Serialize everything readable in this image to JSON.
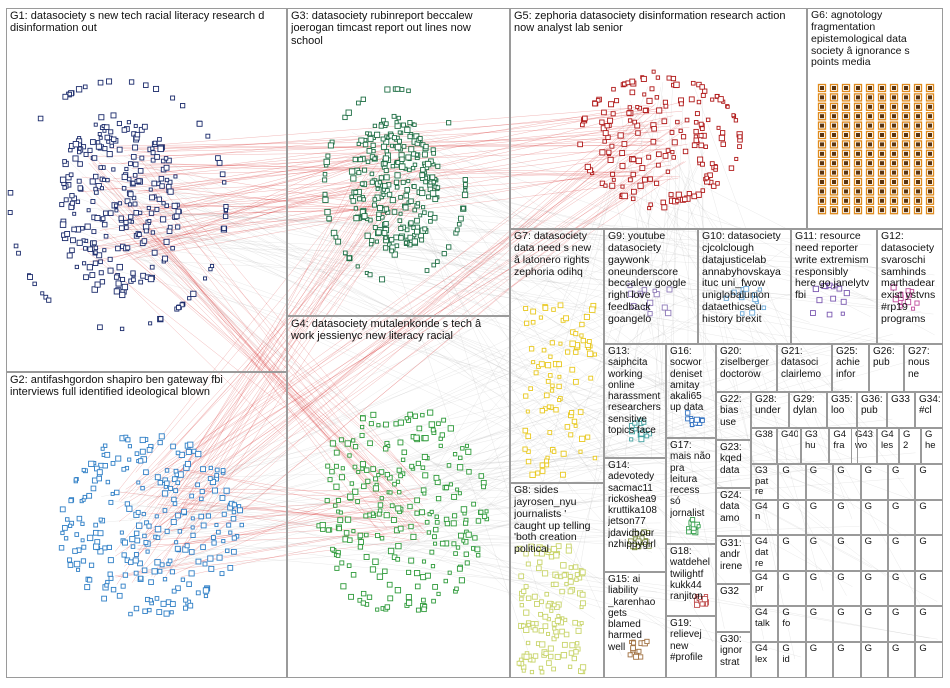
{
  "graph": {
    "edge_color": "#d42020",
    "groups": [
      {
        "id": "G1",
        "label": "G1: datasociety s new tech racial literacy research d\ndisinformation out",
        "node_color": "#1b2b6b",
        "pattern": "ring"
      },
      {
        "id": "G2",
        "label": "G2: antifashgordon shapiro ben gateway fbi\ninterviews full identified ideological blown",
        "node_color": "#2f7fc6",
        "pattern": "ring"
      },
      {
        "id": "G3",
        "label": "G3: datasociety rubinreport beccalew\njoerogan timcast report out lines now\nschool",
        "node_color": "#1f6f45",
        "pattern": "ring"
      },
      {
        "id": "G4",
        "label": "G4: datasociety mutalenkonde s tech â\nwork jessienyc new literacy racial",
        "node_color": "#2e9a3a",
        "pattern": "ring"
      },
      {
        "id": "G5",
        "label": "G5: zephoria datasociety disinformation research action\nnow analyst lab senior",
        "node_color": "#b01818",
        "pattern": "ring"
      },
      {
        "id": "G6",
        "label": "G6: agnotology\nfragmentation\nepistemological data\nsociety â ignorance s\npoints media",
        "node_color": "#e08a1c",
        "pattern": "grid"
      },
      {
        "id": "G7",
        "label": "G7: datasociety\ndata need s new\nâ latonero rights\nzephoria odihq",
        "node_color": "#e8c81e",
        "pattern": "cluster"
      },
      {
        "id": "G8",
        "label": "G8: sides\njayrosen_nyu\njournalists '\ncaught up telling\n'both creation\npolitical",
        "node_color": "#c8d46a",
        "pattern": "cluster"
      },
      {
        "id": "G9",
        "label": "G9: youtube\ndatasociety\ngaywonk\noneunderscore\nbeccalew google\nright love\nfeedback\ngoangelo",
        "node_color": "#8e7ab8",
        "pattern": "cluster"
      },
      {
        "id": "G10",
        "label": "G10: datasociety\ncjcolclough\ndatajusticelab\nannabyhovskaya\nituc uni_fwow\nuniglobalunion\ndataethicseu\nhistory brexit",
        "node_color": "#6aa8d8",
        "pattern": "cluster"
      },
      {
        "id": "G11",
        "label": "G11: resource\nneed reporter\nwrite extremism\nresponsibly\nhere go janelytv\nfbi",
        "node_color": "#7a58b0",
        "pattern": "cluster"
      },
      {
        "id": "G12",
        "label": "G12:\ndatasociety\nsvaroschi\nsamhinds\nmarthadear\nexist ystvns\n#rp19\nprograms",
        "node_color": "#c04a9a",
        "pattern": "cluster"
      },
      {
        "id": "G13",
        "label": "G13:\nsaiphcita\nworking\nonline\nharassment\nresearchers\nsensitive\ntopics face",
        "node_color": "#40a0a0",
        "pattern": "cluster"
      },
      {
        "id": "G14",
        "label": "G14:\nadevotedy\nsacmac11\nrickoshea9\nkruttika108\njetson77\njdavidbour\nnzhippygirl",
        "node_color": "#7a8a40",
        "pattern": "cluster"
      },
      {
        "id": "G15",
        "label": "G15: ai\nliability\n_karenhao\ngets\nblamed\nharmed\nwell",
        "node_color": "#a07040",
        "pattern": "cluster"
      },
      {
        "id": "G16",
        "label": "G16:\nsocwor\ndeniset\namitay\nakali65\nup data",
        "node_color": "#3070c0",
        "pattern": "cluster"
      },
      {
        "id": "G17",
        "label": "G17:\nmais não\npra\nleitura\nrecess\nsó\njornalist",
        "node_color": "#3aa050",
        "pattern": "cluster"
      },
      {
        "id": "G18",
        "label": "G18:\nwatdehel\ntwilightf\nkukk44\nranjiton",
        "node_color": "#c05050",
        "pattern": "cluster"
      },
      {
        "id": "G19",
        "label": "G19:\nrelievej\nnew\n#profile",
        "node_color": "#6060c0",
        "pattern": "cluster"
      },
      {
        "id": "G20",
        "label": "G20:\nziselberger\ndoctorow",
        "node_color": "#50a0c0",
        "pattern": "cluster"
      },
      {
        "id": "G21",
        "label": "G21:\ndatasoci\nclairlemo",
        "node_color": "#a050a0",
        "pattern": "cluster"
      },
      {
        "id": "G22",
        "label": "G22:\nbias\nuse",
        "node_color": "#8060b0",
        "pattern": "cluster"
      },
      {
        "id": "G23",
        "label": "G23:\nkqed\ndata",
        "node_color": "#4080c0",
        "pattern": "cluster"
      },
      {
        "id": "G24",
        "label": "G24:\ndata\namo",
        "node_color": "#50a050",
        "pattern": "cluster"
      },
      {
        "id": "G25",
        "label": "G25:\nachie\ninfor",
        "node_color": "#3090b0",
        "pattern": "cluster"
      },
      {
        "id": "G26",
        "label": "G26:\npub",
        "node_color": "#40a0b0",
        "pattern": "cluster"
      },
      {
        "id": "G27",
        "label": "G27:\nnous\nne",
        "node_color": "#b04040",
        "pattern": "cluster"
      },
      {
        "id": "G28",
        "label": "G28:\nunder",
        "node_color": "#50a060",
        "pattern": "cluster"
      },
      {
        "id": "G29",
        "label": "G29:\ndylan",
        "node_color": "#a06030",
        "pattern": "cluster"
      },
      {
        "id": "G30",
        "label": "G30:\nignor\nstrat",
        "node_color": "#605090",
        "pattern": "cluster"
      },
      {
        "id": "G31",
        "label": "G31:\nandr\nirene",
        "node_color": "#c06080",
        "pattern": "cluster"
      },
      {
        "id": "G32",
        "label": "G32",
        "node_color": "#30a070",
        "pattern": "cluster"
      },
      {
        "id": "G33",
        "label": "G33",
        "node_color": "#2050a0",
        "pattern": "cluster"
      },
      {
        "id": "G34",
        "label": "G34:\n#cl",
        "node_color": "#40a090",
        "pattern": "cluster"
      },
      {
        "id": "G35",
        "label": "G35:\nloo",
        "node_color": "#a04060",
        "pattern": "cluster"
      },
      {
        "id": "G36",
        "label": "G36:\npub",
        "node_color": "#5080b0",
        "pattern": "cluster"
      },
      {
        "id": "G38",
        "label": "G38",
        "node_color": "#c07030",
        "pattern": "cluster"
      },
      {
        "id": "G40",
        "label": "G40",
        "node_color": "#5060a0",
        "pattern": "cluster"
      },
      {
        "id": "G43",
        "label": "G43:\nwo",
        "node_color": "#9050a0",
        "pattern": "cluster"
      }
    ],
    "small_tiles": [
      "G3\nhu",
      "G4\nfra",
      "G4\nles",
      "G\n2",
      "G\nhe",
      "G3\npat\nre",
      "G",
      "G",
      "G",
      "G",
      "G",
      "G",
      "G4\nn",
      "G",
      "G",
      "G",
      "G",
      "G",
      "G",
      "G4\ndat\nre",
      "G",
      "G",
      "G",
      "G",
      "G",
      "G",
      "G4\npr",
      "G",
      "G",
      "G",
      "G",
      "G",
      "G",
      "G4\ntalk",
      "G\nfo",
      "G",
      "G",
      "G",
      "G",
      "G",
      "G4\nlex",
      "G\nid",
      "G",
      "G",
      "G",
      "G",
      "G"
    ]
  }
}
